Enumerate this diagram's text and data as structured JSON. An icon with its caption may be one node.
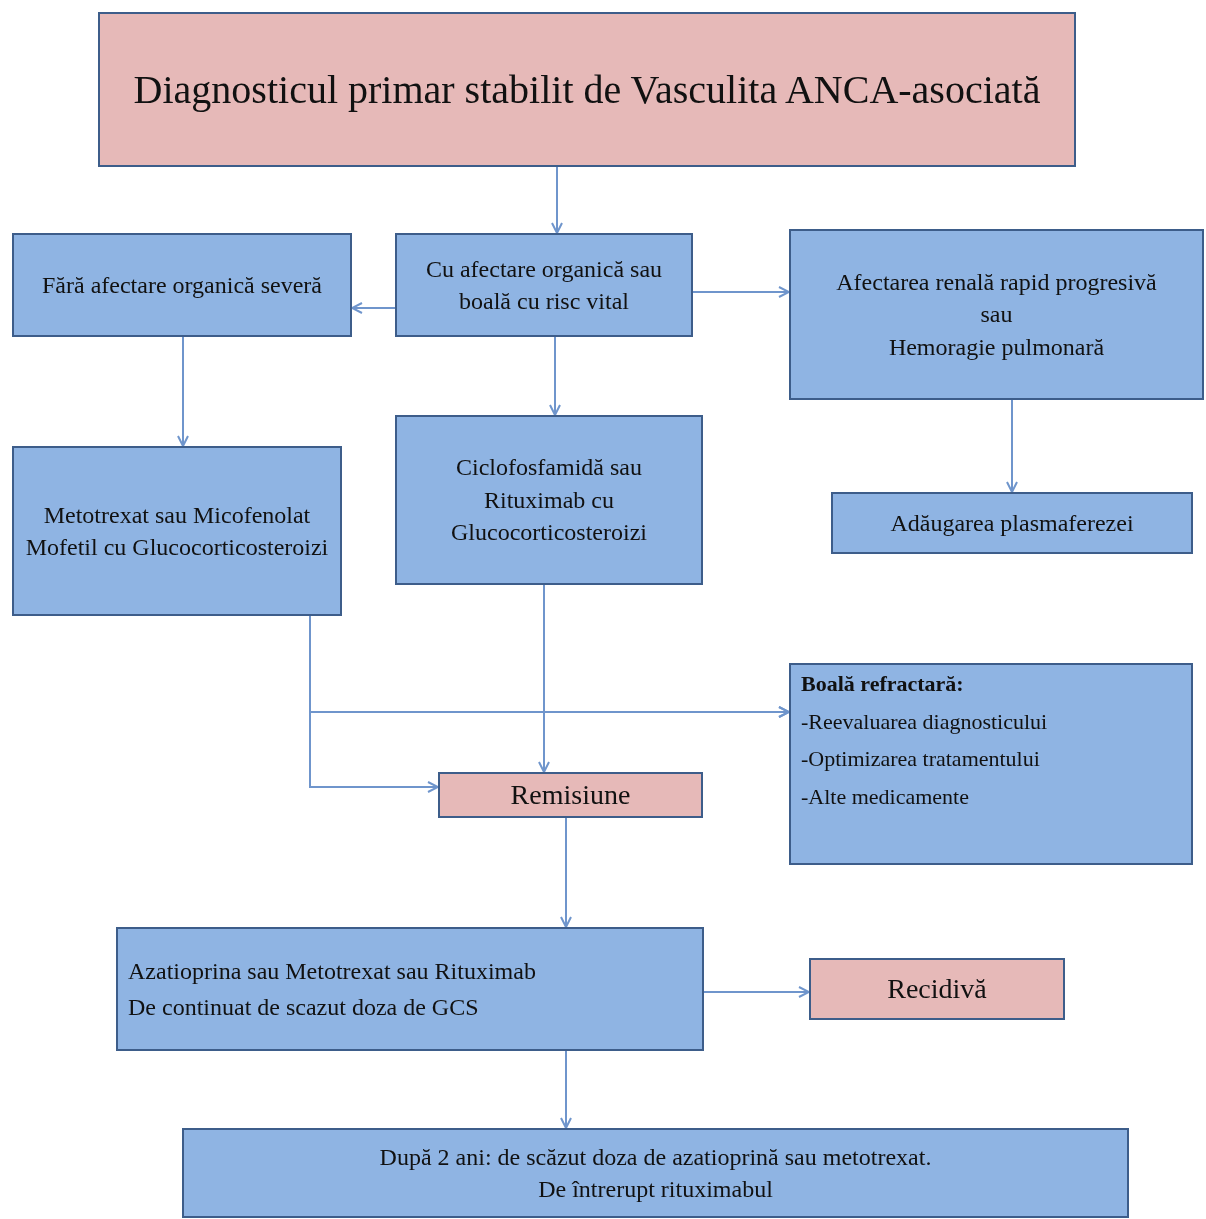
{
  "diagram": {
    "nodes": [
      {
        "text": [
          "Diagnosticul primar stabilit de Vasculita ANCA-asociată"
        ]
      },
      {
        "text": [
          "Fără afectare organică severă"
        ]
      },
      {
        "text": [
          "Cu afectare organică sau boală cu risc vital"
        ]
      },
      {
        "text": [
          "Afectarea renală rapid progresivă",
          "sau",
          "Hemoragie pulmonară"
        ]
      },
      {
        "text": [
          "Metotrexat sau Micofenolat Mofetil cu Glucocorticosteroizi"
        ]
      },
      {
        "text": [
          "Ciclofosfamidă sau Rituximab cu Glucocorticosteroizi"
        ]
      },
      {
        "text": [
          "Adăugarea plasmaferezei"
        ]
      },
      {
        "text": [
          "Boală refractară:",
          "-Reevaluarea diagnosticului",
          "-Optimizarea tratamentului",
          "-Alte medicamente"
        ]
      },
      {
        "text": [
          "Remisiune"
        ]
      },
      {
        "text": [
          "Azatioprina sau Metotrexat sau Rituximab",
          "De continuat de scazut doza de GCS"
        ]
      },
      {
        "text": [
          "Recidivă"
        ]
      },
      {
        "text": [
          "După 2 ani: de scăzut doza de  azatioprină sau metotrexat.",
          "De  întrerupt rituximabul"
        ]
      }
    ],
    "edges": [
      {
        "from": 0,
        "to": 2,
        "arrow": "to"
      },
      {
        "from": 2,
        "to": 1,
        "arrow": "to"
      },
      {
        "from": 2,
        "to": 3,
        "arrow": "to"
      },
      {
        "from": 1,
        "to": 4,
        "arrow": "to"
      },
      {
        "from": 2,
        "to": 5,
        "arrow": "to"
      },
      {
        "from": 3,
        "to": 6,
        "arrow": "to"
      },
      {
        "from": 5,
        "to": 8,
        "arrow": "to"
      },
      {
        "from": 4,
        "to": 8,
        "arrow": "to"
      },
      {
        "from": 4,
        "to": 7,
        "arrow": "to"
      },
      {
        "from": 5,
        "to": 7,
        "arrow": "to"
      },
      {
        "from": 8,
        "to": 9,
        "arrow": "to"
      },
      {
        "from": 9,
        "to": 10,
        "arrow": "to"
      },
      {
        "from": 9,
        "to": 11,
        "arrow": "to"
      }
    ]
  }
}
